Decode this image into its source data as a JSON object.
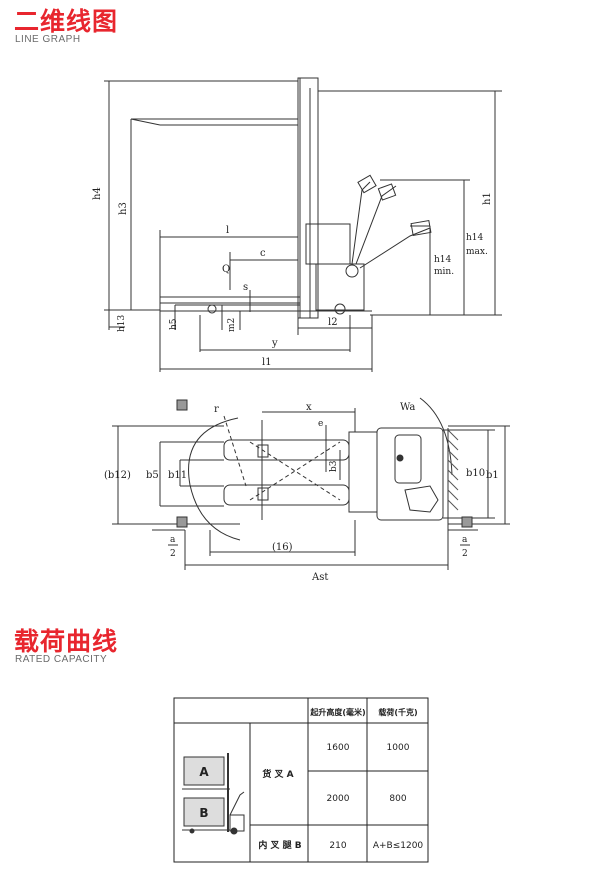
{
  "sections": {
    "line_graph": {
      "title": "二维线图",
      "subtitle": "LINE GRAPH"
    },
    "rated_capacity": {
      "title": "载荷曲线",
      "subtitle": "RATED CAPACITY"
    }
  },
  "side_view_labels": {
    "h4": "h4",
    "h3": "h3",
    "h1": "h1",
    "h14max_a": "h14",
    "h14max_b": "max.",
    "h14min_a": "h14",
    "h14min_b": "min.",
    "l": "l",
    "c": "c",
    "Q": "Q",
    "s": "s",
    "h13": "h13",
    "h5": "h5",
    "m2": "m2",
    "l2": "l2",
    "y": "y",
    "l1": "l1"
  },
  "top_view_labels": {
    "r": "r",
    "x": "x",
    "e": "e",
    "Wa": "Wa",
    "b12": "(b12)",
    "b5": "b5",
    "b11": "b11",
    "b3": "b3",
    "b10": "b10",
    "b1": "b1",
    "a_over_2_left_a": "a",
    "a_over_2_left_b": "2",
    "a_over_2_right_a": "a",
    "a_over_2_right_b": "2",
    "dim16": "(16)",
    "Ast": "Ast"
  },
  "capacity_table": {
    "col_height": "起升高度(毫米)",
    "col_load": "载荷(千克)",
    "group_fork": "货 叉 A",
    "group_inner": "内 叉 腿 B",
    "rows": [
      {
        "height": "1600",
        "load": "1000"
      },
      {
        "height": "2000",
        "load": "800"
      },
      {
        "height": "210",
        "load": "A+B≤1200"
      }
    ],
    "box_a": "A",
    "box_b": "B"
  }
}
